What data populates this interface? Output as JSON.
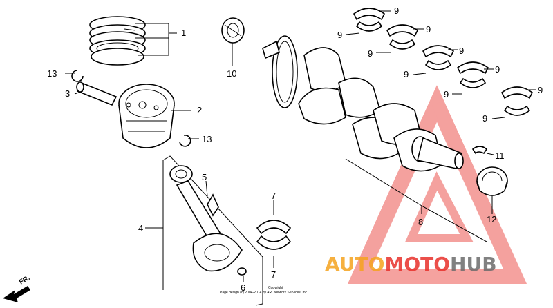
{
  "callouts": {
    "c1": "1",
    "c2": "2",
    "c3": "3",
    "c4": "4",
    "c5": "5",
    "c6": "6",
    "c7a": "7",
    "c7b": "7",
    "c8": "8",
    "c9": "9",
    "c10": "10",
    "c11": "11",
    "c12": "12",
    "c13a": "13",
    "c13b": "13"
  },
  "front_indicator": "FR.",
  "copyright": {
    "line1": "Copyright",
    "line2": "Page design (c) 2004-2014 by ARI Network Services, Inc."
  },
  "watermark": {
    "part1": "AUTO",
    "part2": "MOTO",
    "part3": "HUB",
    "color_red": "#e8302a",
    "color_orange": "#f4a21d",
    "color_gray": "#6b6b6b"
  }
}
